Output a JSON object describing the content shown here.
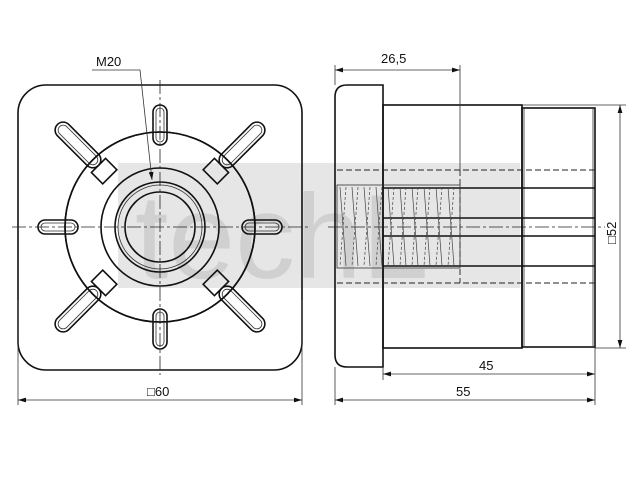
{
  "watermark": "techL",
  "dimensions": {
    "thread": "M20",
    "front_width": "□60",
    "flange_depth": "26,5",
    "body_length": "45",
    "total_length": "55",
    "insert_size": "□52"
  },
  "colors": {
    "line": "#111111",
    "watermark": "#d9d9d9"
  }
}
